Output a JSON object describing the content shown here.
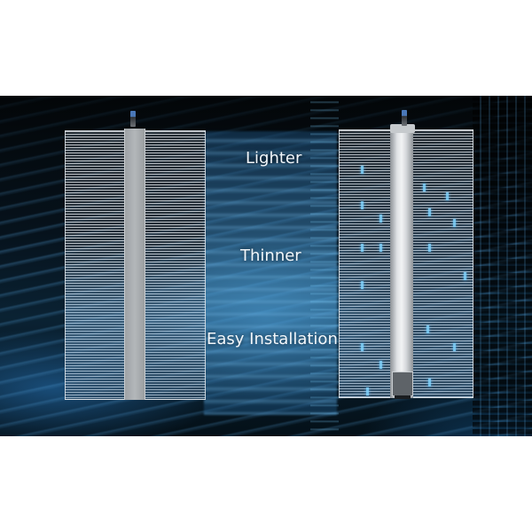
{
  "banner": {
    "features": [
      {
        "label": "Lighter"
      },
      {
        "label": "Thinner"
      },
      {
        "label": "Easy Installation"
      }
    ],
    "panels": [
      {
        "position": "left",
        "description": "flexible transparent LED film panel with wide center spine"
      },
      {
        "position": "right",
        "description": "transparent LED film panel with aluminium center profile"
      }
    ],
    "colors": {
      "background": "#05111b",
      "accent_blue": "#4aa3dc",
      "text": "#f2f7fb",
      "page": "#ffffff"
    }
  }
}
